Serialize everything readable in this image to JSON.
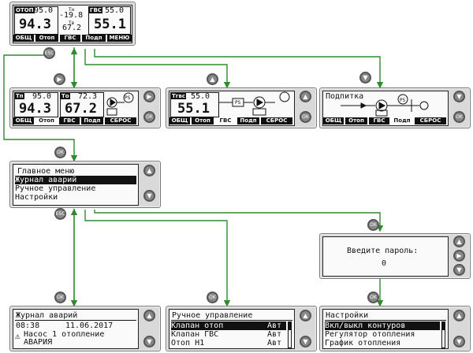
{
  "buttons": {
    "esc": "ESC",
    "ok": "OK",
    "right": "▶",
    "up": "▲",
    "down": "▼"
  },
  "colors": {
    "wire": "#2e8b2e",
    "lcd_ink": "#111111",
    "panel": "#d9d9d9"
  },
  "main_screen": {
    "otop_label": "ОТОП",
    "otop_set": "95.0",
    "otop_value": "94.3",
    "tn_label": "Тн",
    "tn_value": "-19.8",
    "tv_label": "Тв",
    "tv_value": "67.2",
    "gvs_label": "ГВС",
    "gvs_set": "55.0",
    "gvs_value": "55.1",
    "tabs": [
      "ОБЩ",
      "Отоп",
      "ГВС",
      "Подп",
      "МЕНЮ"
    ]
  },
  "heating_screen": {
    "tp_label": "Тп",
    "tp_value": "95.0",
    "tp_current": "94.3",
    "to_label": "То",
    "to_value": "72.3",
    "to_current": "67.2",
    "pressure": "PS",
    "tabs": [
      "ОБЩ",
      "Отоп",
      "ГВС",
      "Подп",
      "СБРОС"
    ]
  },
  "dhw_screen": {
    "tgvs_label": "Тгвс",
    "tgvs_value": "55.0",
    "tgvs_current": "55.1",
    "pressure": "PS",
    "tabs": [
      "ОБЩ",
      "Отоп",
      "ГВС",
      "Подп",
      "СБРОС"
    ]
  },
  "makeup_screen": {
    "title": "Подпитка",
    "pressure": "PS",
    "tabs": [
      "ОБЩ",
      "Отоп",
      "ГВС",
      "Подп",
      "СБРОС"
    ]
  },
  "main_menu": {
    "title": "Главное меню",
    "items": [
      "Журнал аварий",
      "Ручное управление",
      "Настройки"
    ]
  },
  "password": {
    "prompt": "Введите пароль:",
    "value": "0"
  },
  "alarm_log": {
    "title": "Журнал аварий",
    "time": "08:38",
    "date": "11.06.2017",
    "event": "Насос 1 отопление",
    "status": "АВАРИЯ"
  },
  "manual": {
    "title": "Ручное управление",
    "rows": [
      {
        "name": "Клапан отоп",
        "mode": "Авт"
      },
      {
        "name": "Клапан ГВС",
        "mode": "Авт"
      },
      {
        "name": "Отоп Н1",
        "mode": "Авт"
      }
    ]
  },
  "settings": {
    "title": "Настройки",
    "items": [
      "Вкл/выкл контуров",
      "Регулятор отопления",
      "График отопления"
    ]
  }
}
